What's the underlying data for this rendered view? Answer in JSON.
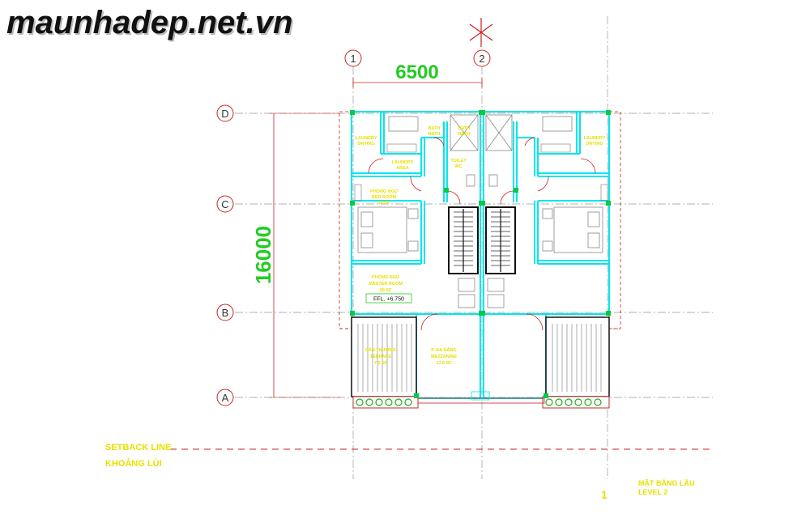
{
  "watermark": "maunhadep.net.vn",
  "grid": {
    "columns": [
      "1",
      "2"
    ],
    "rows": [
      "D",
      "C",
      "B",
      "A"
    ]
  },
  "dimensions": {
    "horizontal": "6500",
    "vertical": "16000"
  },
  "rooms": {
    "laundry_left": [
      "LAUNDRY",
      "DRYING"
    ],
    "laundry_right": [
      "LAUNDRY",
      "DRYING"
    ],
    "bath_left": [
      "BATH",
      "BATH"
    ],
    "bath_right": [
      "BATH",
      "BATH"
    ],
    "laundry_sm_left": [
      "LAUNDRY",
      "AREA"
    ],
    "toilet_right": [
      "TOILET",
      "WC"
    ],
    "bedroom": [
      "PHÒNG NGỦ",
      "BED ROOM",
      "18 SF"
    ],
    "master": [
      "PHÒNG NGỦ",
      "MASTER ROOM",
      "20 SF"
    ],
    "terrace": [
      "SÂN THƯỢNG",
      "TERRACE",
      "7.5 SF"
    ],
    "mezzanine": [
      "P. ĐA NĂNG",
      "MEZZANINE",
      "13.6 SF"
    ]
  },
  "ffl": "FFL. +6.750",
  "setback": {
    "en": "SETBACK LINE",
    "vi": "KHOẢNG LÙI"
  },
  "title": {
    "number": "1",
    "line1": "MẶT BẰNG LẦU",
    "line2": "LEVEL 2"
  },
  "colors": {
    "wall": "#00e5ee",
    "column": "#00cc44",
    "text_yellow": "#e8e000",
    "dim_green": "#22cc22",
    "red_dash": "#cc2222",
    "grid_line": "#888888"
  }
}
